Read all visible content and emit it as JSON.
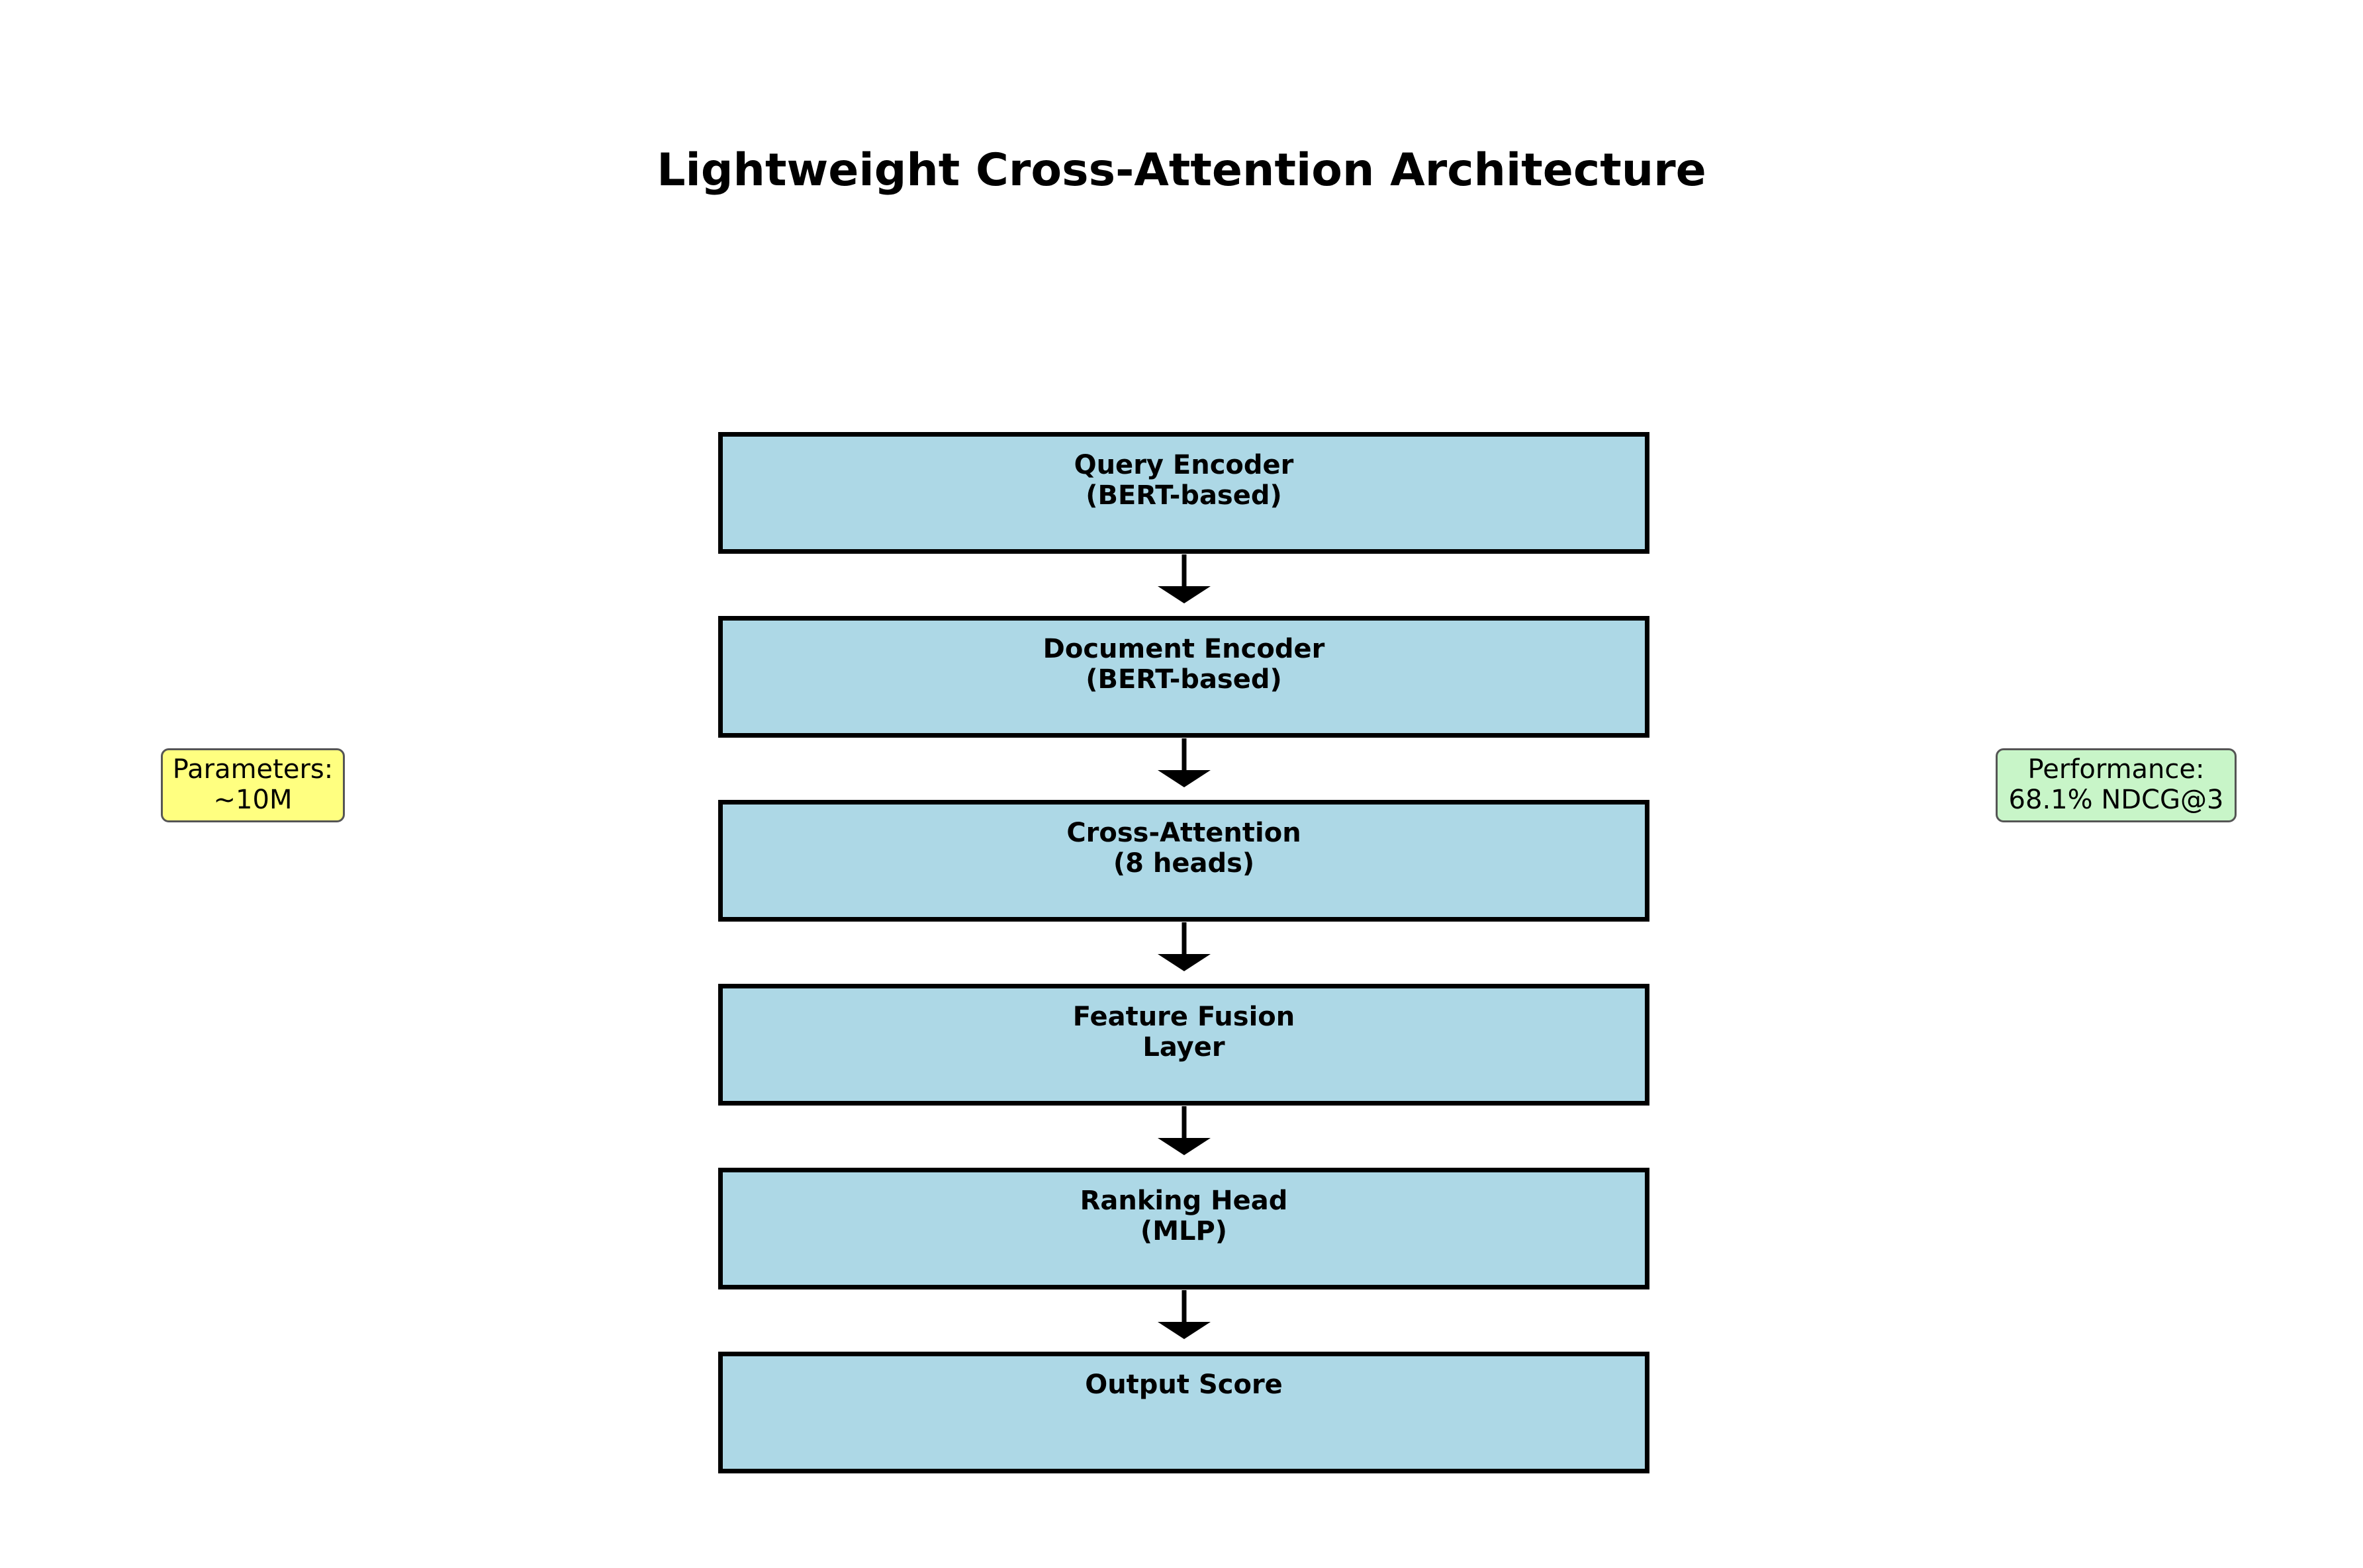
{
  "title": "Lightweight Cross-Attention Architecture",
  "stages": [
    {
      "line1": "Query Encoder",
      "line2": "(BERT-based)"
    },
    {
      "line1": "Document Encoder",
      "line2": "(BERT-based)"
    },
    {
      "line1": "Cross-Attention",
      "line2": "(8 heads)"
    },
    {
      "line1": "Feature Fusion",
      "line2": "Layer"
    },
    {
      "line1": "Ranking Head",
      "line2": "(MLP)"
    },
    {
      "line1": "Output Score",
      "line2": ""
    }
  ],
  "notes": {
    "parameters": {
      "line1": "Parameters:",
      "line2": "~10M",
      "color": "#ffff80"
    },
    "performance": {
      "line1": "Performance:",
      "line2": "68.1% NDCG@3",
      "color": "#c8f5c8"
    }
  },
  "colors": {
    "stage_fill": "#add8e6",
    "stage_border": "#000000",
    "arrow": "#000000"
  }
}
